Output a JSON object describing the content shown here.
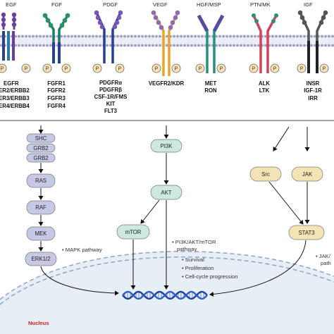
{
  "ligands": [
    "EGF",
    "FGF",
    "PDGF",
    "VEGF",
    "HGF/MSP",
    "PTN/MK",
    "IGF"
  ],
  "receptor_groups": [
    [
      "EGFR",
      "ER2/ERBB2",
      "ER3/ERBB3",
      "ER4/ERBB4"
    ],
    [
      "FGFR1",
      "FGFR2",
      "FGFR3",
      "FGFR4"
    ],
    [
      "PDGFRα",
      "PDGFRβ",
      "CSF-1R/FMS",
      "KIT",
      "FLT3"
    ],
    [
      "VEGFR2/KDR"
    ],
    [
      "MET",
      "RON"
    ],
    [
      "ALK",
      "LTK"
    ],
    [
      "INSR",
      "IGF-1R",
      "IRR"
    ]
  ],
  "phospho_label": "P",
  "mapk_nodes": [
    "SHC",
    "GRB2",
    "GRB2",
    "RAS",
    "RAF",
    "MEK",
    "ERK1/2"
  ],
  "pi3k_nodes": [
    "PI3K",
    "AKT",
    "mTOR"
  ],
  "jak_nodes": [
    "Src",
    "JAK",
    "STAT3"
  ],
  "annotations": {
    "mapk": "• MAPK pathway",
    "pi3k_line1": "• PI3K/AKT/mTOR",
    "pi3k_line2": "pathway",
    "jak_line1": "• JAK/",
    "jak_line2": "path"
  },
  "outcomes": [
    "• Survival",
    "• Proliferation",
    "• Cell-cycle progression"
  ],
  "nucleus_label": "Nucleus",
  "colors": {
    "egfr": "#6b3fa0",
    "egfr_dark": "#2f3f8f",
    "fgfr": "#1d7a6a",
    "pdgfr": "#2a3f8f",
    "vegfr": "#e6a52a",
    "met": "#2a8f7a",
    "alk": "#d2425a",
    "igf": "#555555",
    "mapk_node": "#c7c8e6",
    "pi3k_node": "#cbe9df",
    "jak_node": "#f4e4b5",
    "phospho": "#f8e2b5"
  }
}
